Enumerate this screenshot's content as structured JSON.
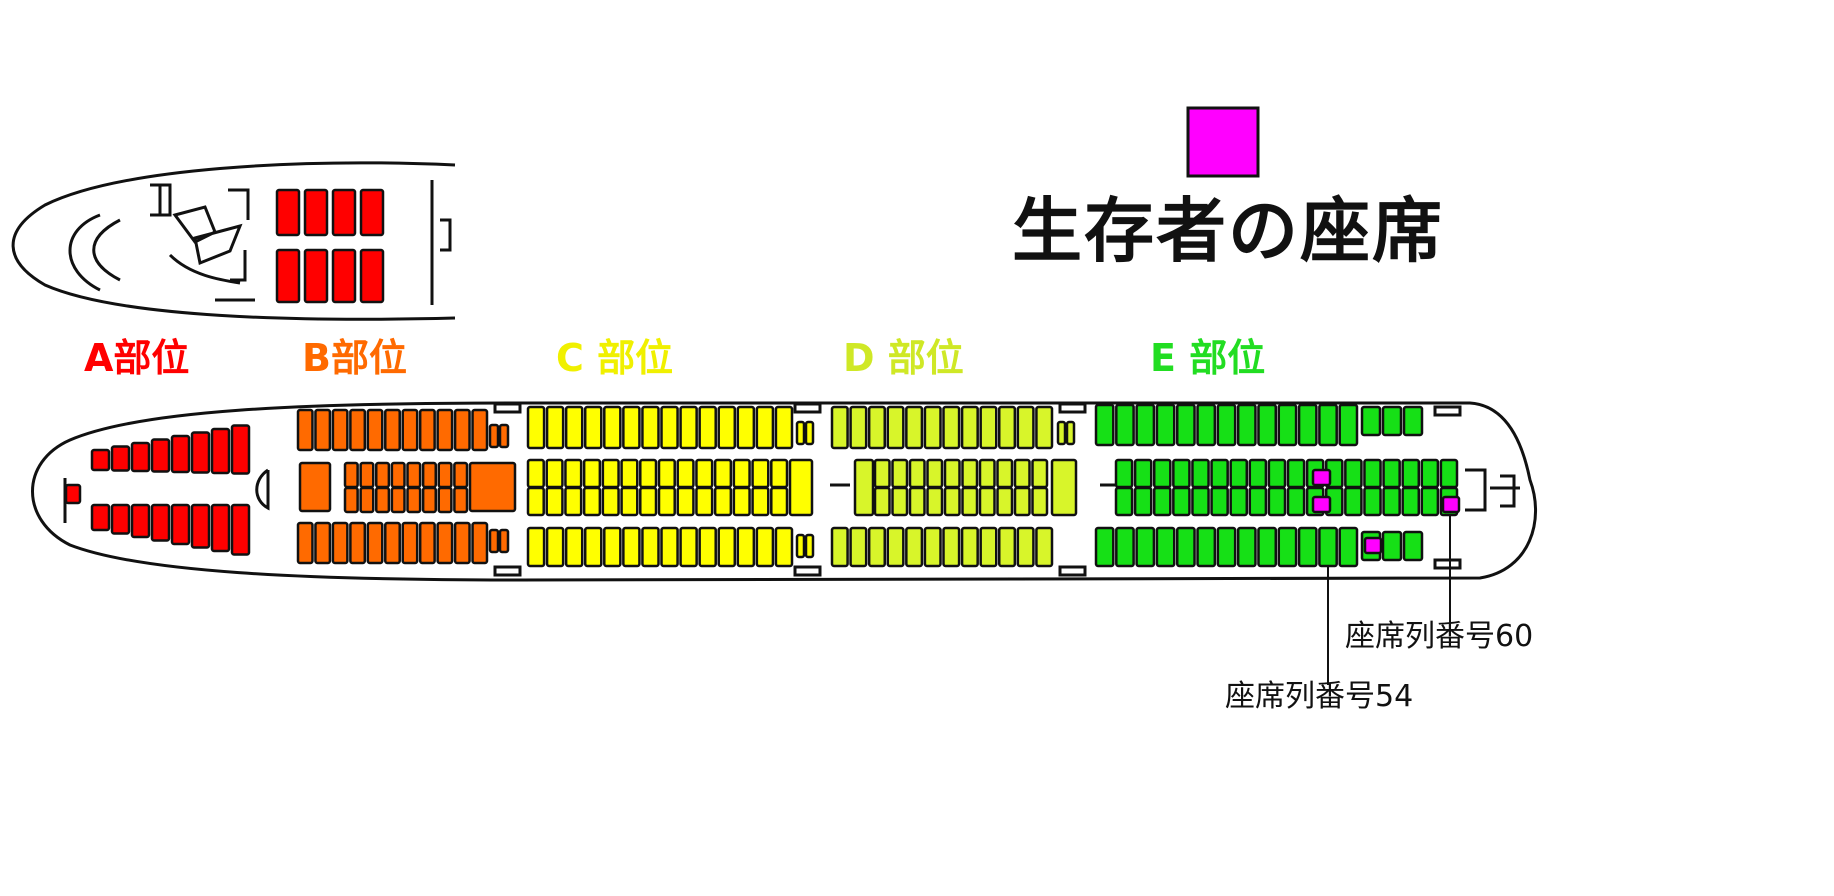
{
  "legend": {
    "label": "生存者の座席",
    "color": "#ff00ff"
  },
  "sections": [
    {
      "id": "A",
      "label": "A部位",
      "color": "#ff0000"
    },
    {
      "id": "B",
      "label": "B部位",
      "color": "#ff6a00"
    },
    {
      "id": "C",
      "label": "C 部位",
      "color": "#ffff00"
    },
    {
      "id": "D",
      "label": "D 部位",
      "color": "#d8f52a"
    },
    {
      "id": "E",
      "label": "E 部位",
      "color": "#16e016"
    }
  ],
  "annotations": [
    {
      "label": "座席列番号60"
    },
    {
      "label": "座席列番号54"
    }
  ],
  "colors": {
    "outline": "#111111",
    "survivor": "#ff00ff"
  }
}
